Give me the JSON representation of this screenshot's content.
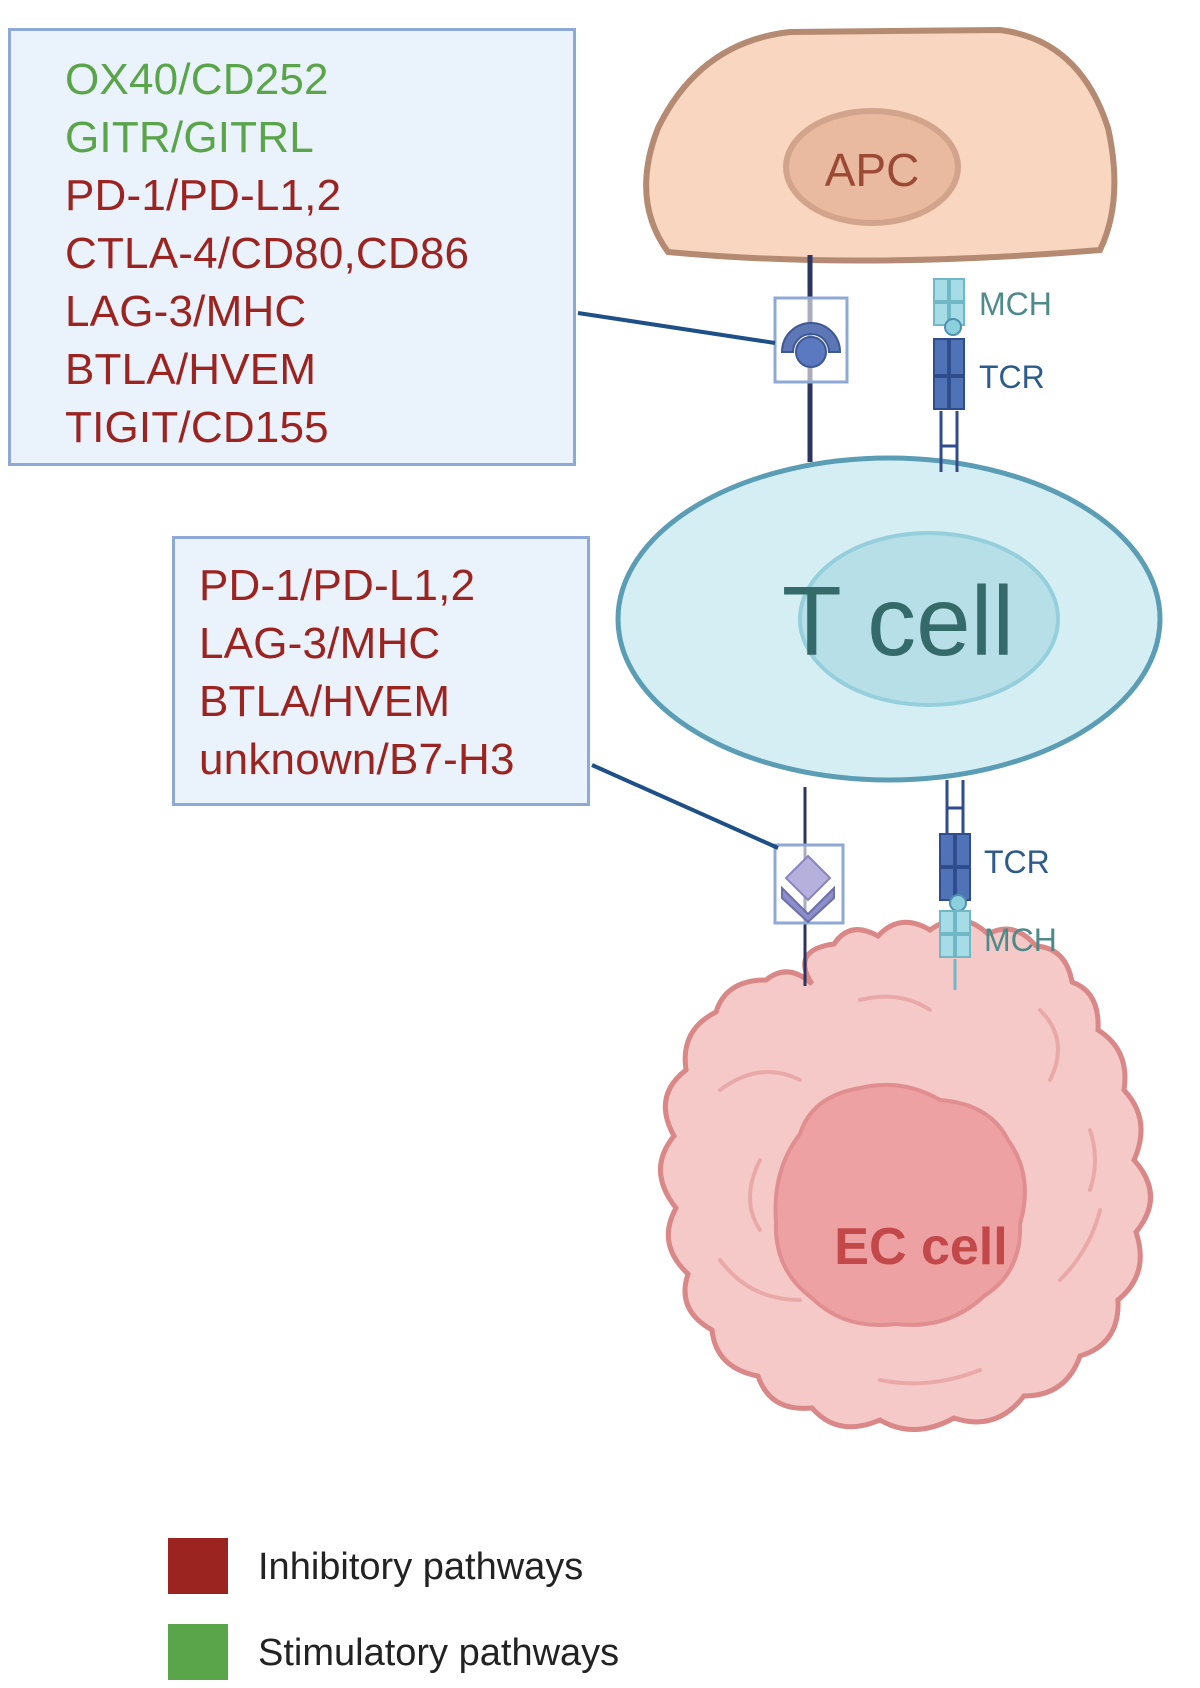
{
  "colors": {
    "inhibitory": "#9b2320",
    "stimulatory": "#5aa44a"
  },
  "cells": {
    "apc": "APC",
    "t_cell": "T cell",
    "ec_cell": "EC cell"
  },
  "receptor_labels": {
    "apc_mhc": "MCH",
    "apc_tcr": "TCR",
    "ec_tcr": "TCR",
    "ec_mhc": "MCH"
  },
  "apc_pathway_box": {
    "pairs": [
      {
        "label": "OX40/CD252",
        "type": "stimulatory"
      },
      {
        "label": "GITR/GITRL",
        "type": "stimulatory"
      },
      {
        "label": "PD-1/PD-L1,2",
        "type": "inhibitory"
      },
      {
        "label": "CTLA-4/CD80,CD86",
        "type": "inhibitory"
      },
      {
        "label": "LAG-3/MHC",
        "type": "inhibitory"
      },
      {
        "label": "BTLA/HVEM",
        "type": "inhibitory"
      },
      {
        "label": "TIGIT/CD155",
        "type": "inhibitory"
      }
    ]
  },
  "ec_pathway_box": {
    "pairs": [
      {
        "label": "PD-1/PD-L1,2",
        "type": "inhibitory"
      },
      {
        "label": "LAG-3/MHC",
        "type": "inhibitory"
      },
      {
        "label": "BTLA/HVEM",
        "type": "inhibitory"
      },
      {
        "label": "unknown/B7-H3",
        "type": "inhibitory"
      }
    ]
  },
  "legend": [
    {
      "label": "Inhibitory pathways",
      "color": "#9b2320"
    },
    {
      "label": "Stimulatory pathways",
      "color": "#5aa44a"
    }
  ]
}
